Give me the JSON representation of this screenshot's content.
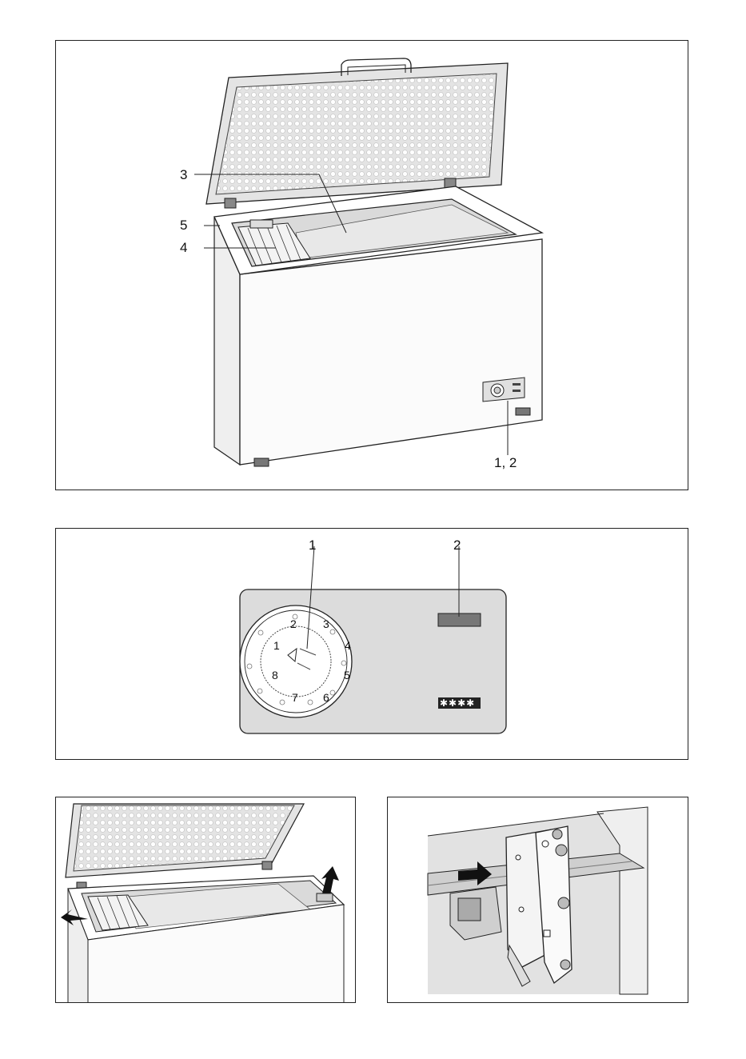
{
  "figure1": {
    "callouts": {
      "c3": "3",
      "c5": "5",
      "c4": "4",
      "c12": "1, 2"
    }
  },
  "figure2": {
    "callouts": {
      "c1": "1",
      "c2": "2"
    },
    "dial_numbers": [
      "1",
      "2",
      "3",
      "4",
      "5",
      "6",
      "7",
      "8"
    ],
    "star_rating": "✱✱✱✱"
  },
  "colors": {
    "panel_grey": "#dcdcdc",
    "lid_grey": "#e6e6e6",
    "line": "#222222"
  },
  "icons": [
    "freezer-illustration",
    "thermostat-dial-icon",
    "arrow-icon",
    "hinge-illustration"
  ]
}
